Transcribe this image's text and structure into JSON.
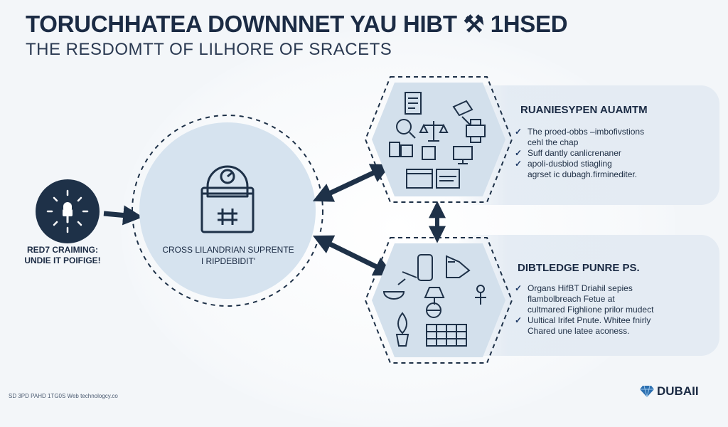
{
  "title": "TORUCHHATEA DOWNNNET YAU HIBT ⚒ 1HSED",
  "subtitle": "THE RESDOMTT OF LILHORE OF SRACETS",
  "left_node": {
    "icon": "lock-key-icon",
    "label_lines": [
      "RED7 CRAIMING:",
      "UNDIE IT POIFIGE!"
    ]
  },
  "center_node": {
    "icon": "vault-document-icon",
    "caption_lines": [
      "CROSS LILANDRIAN SUPRENTE",
      "I RIPDEBIDIT'"
    ]
  },
  "top_hex": {
    "icons": [
      "document-icon",
      "magnifier-icon",
      "tools-icon",
      "printer-icon",
      "scale-icon",
      "server-icon",
      "monitor-icon",
      "browser-icon"
    ]
  },
  "bottom_hex": {
    "icons": [
      "machine-icon",
      "hand-icon",
      "bowl-icon",
      "lamp-icon",
      "globe-icon",
      "grid-icon",
      "figure-icon"
    ]
  },
  "top_panel": {
    "title": "RUANIESYPEN AUAMTM",
    "bullets": [
      {
        "lines": [
          "The proed-obbs –imbofivstions",
          "cehl the chap"
        ]
      },
      {
        "lines": [
          "Suff dantly canlicrenaner"
        ]
      },
      {
        "lines": [
          "apoli-dusbiod stiagling",
          "agrset ic dubagh.firminediter."
        ]
      }
    ]
  },
  "bottom_panel": {
    "title": "DIBTLEDGE PUNRE PS.",
    "bullets": [
      {
        "lines": [
          "Organs HifBT Driahil sepies",
          "flambolbreach Fetue at",
          "cultmared Fighlione prilor mudect"
        ]
      },
      {
        "lines": [
          "Uultical Irifet Pnute. Whitee fnirly",
          "Chared une latee aconess."
        ]
      }
    ]
  },
  "footer_note": "SD 3PD PAHD 1TG0S Web technologcy.co",
  "brand": {
    "name": "DUBAII",
    "icon": "diamond-logo-icon"
  },
  "colors": {
    "navy": "#1e3148",
    "circle_fill": "#d6e3ef",
    "hex_fill": "#d3e0ec",
    "panel_fill": "#e4ebf3",
    "background": "#f3f6f9"
  }
}
